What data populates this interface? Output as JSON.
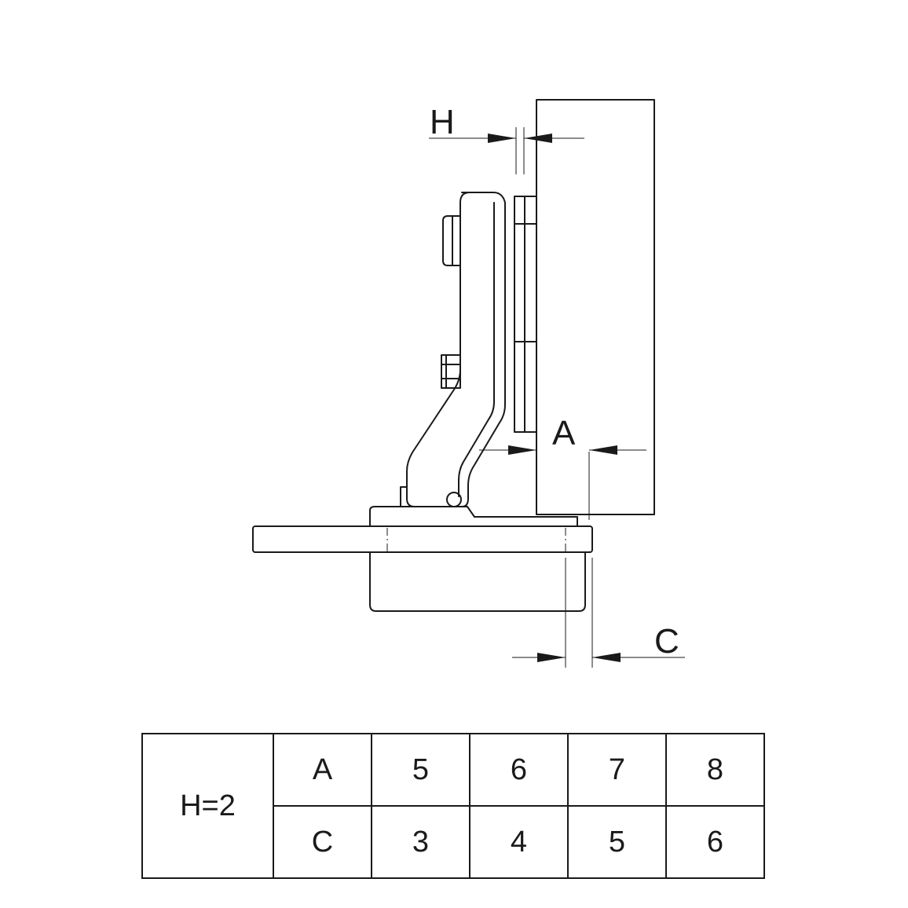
{
  "diagram": {
    "dimension_labels": {
      "h": "H",
      "a": "A",
      "c": "C"
    },
    "line_color": "#1a1a1a"
  },
  "table": {
    "group_label": "H=2",
    "rows": [
      {
        "label": "A",
        "values": [
          "5",
          "6",
          "7",
          "8"
        ]
      },
      {
        "label": "C",
        "values": [
          "3",
          "4",
          "5",
          "6"
        ]
      }
    ]
  }
}
